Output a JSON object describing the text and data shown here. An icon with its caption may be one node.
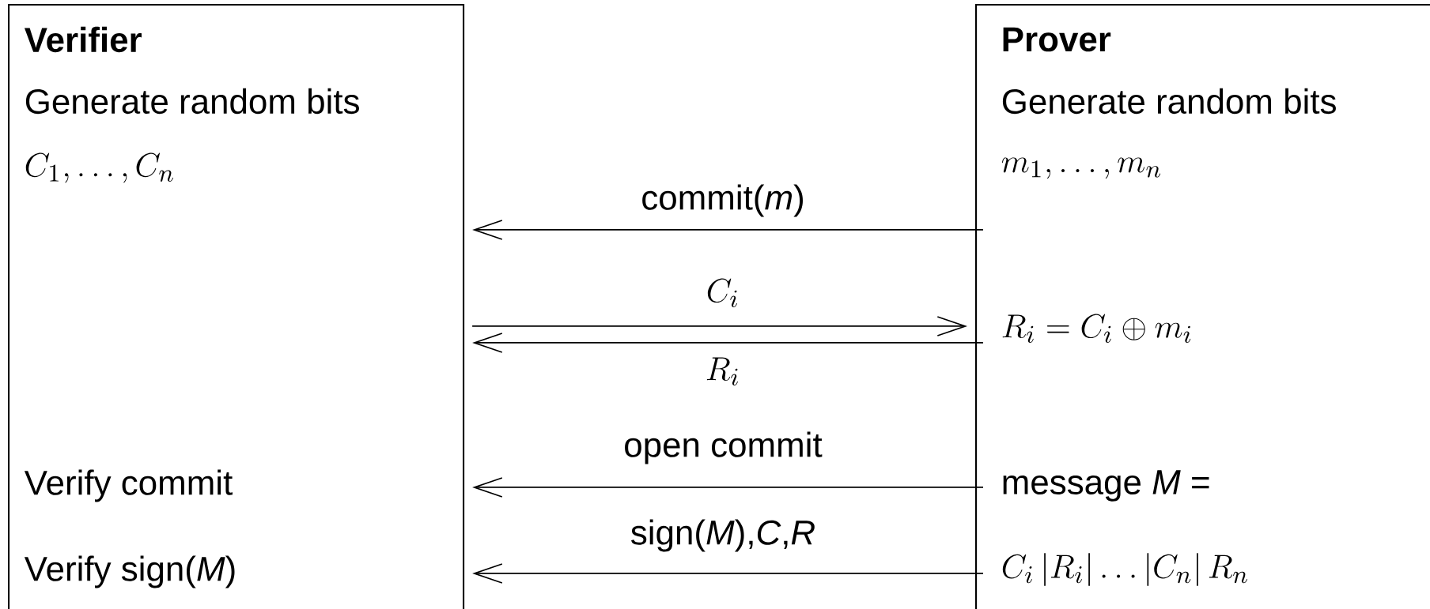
{
  "diagram": {
    "nodes": [
      {
        "text": [
          "Verifier",
          "Generate random bits",
          "C_1,\\ldots,C_n",
          "Verify commit",
          "Verify sign(*M*)"
        ]
      },
      {
        "text": [
          "Prover",
          "Generate random bits",
          "m_1,\\ldots,m_n",
          "R_i = C_i \\oplus m_i",
          "message *M* =",
          "C_i\\,|R_i|\\ldots|C_n|\\,R_n"
        ]
      }
    ],
    "edges": [
      {
        "from": 1,
        "to": 0,
        "arrow": "to",
        "label": "commit(*m*)"
      },
      {
        "from": 0,
        "to": 1,
        "arrow": "to",
        "label": "C_i"
      },
      {
        "from": 1,
        "to": 0,
        "arrow": "to",
        "label": "R_i"
      },
      {
        "from": 1,
        "to": 0,
        "arrow": "to",
        "label": "open commit"
      },
      {
        "from": 1,
        "to": 0,
        "arrow": "to",
        "label": "sign(*M*),*C*,*R*"
      }
    ]
  }
}
